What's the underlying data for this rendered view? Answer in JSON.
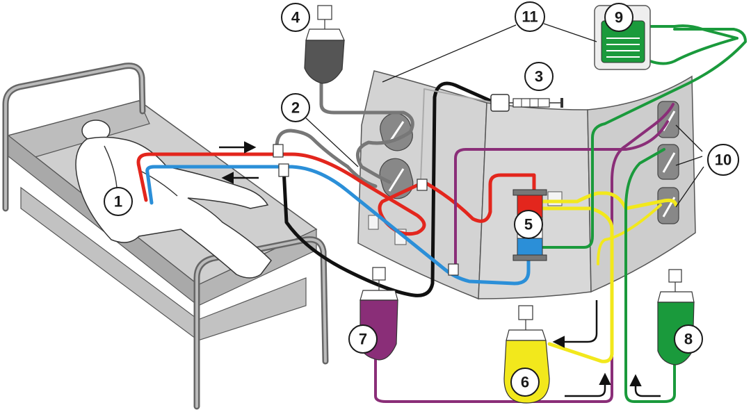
{
  "colors": {
    "arterial": "#e3261d",
    "venous": "#2b8fd8",
    "effluent": "#f2e81c",
    "dialysate": "#8a2e78",
    "replacement": "#1a9a3c",
    "pressure": "#777777",
    "anticoag": "#111111",
    "machine": "#d3d3d3",
    "bed": "#c8c8c8"
  },
  "labels": [
    {
      "id": "label-1",
      "text": "1"
    },
    {
      "id": "label-2",
      "text": "2"
    },
    {
      "id": "label-3",
      "text": "3"
    },
    {
      "id": "label-4",
      "text": "4"
    },
    {
      "id": "label-5",
      "text": "5"
    },
    {
      "id": "label-6",
      "text": "6"
    },
    {
      "id": "label-7",
      "text": "7"
    },
    {
      "id": "label-8",
      "text": "8"
    },
    {
      "id": "label-9",
      "text": "9"
    },
    {
      "id": "label-10",
      "text": "10"
    },
    {
      "id": "label-11",
      "text": "11"
    }
  ]
}
